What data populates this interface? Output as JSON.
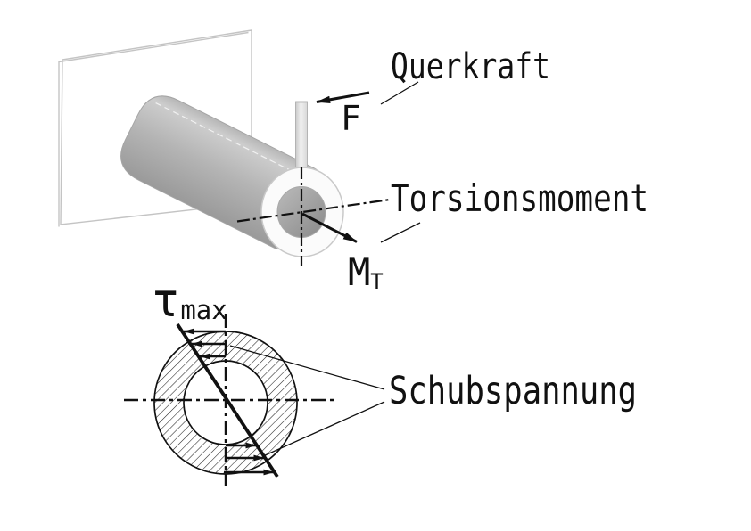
{
  "figure": {
    "background": "#ffffff",
    "ink": "#111111",
    "steel_light": "#cdcdcd",
    "steel_dark": "#9a9a9a",
    "wall_edge": "#c4c4c4",
    "top_diagram": {
      "force_annotation": "Querkraft",
      "force_label": "F",
      "moment_annotation": "Torsionsmoment",
      "moment_label": "M",
      "moment_label_sub": "T"
    },
    "bottom_diagram": {
      "tau_label": "τ",
      "tau_label_sub": "max",
      "stress_annotation": "Schubspannung"
    }
  }
}
